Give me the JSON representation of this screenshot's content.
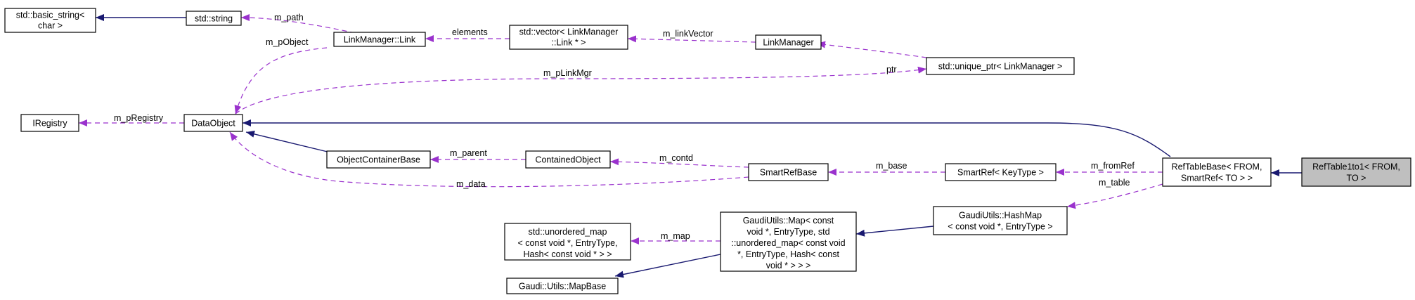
{
  "nodes": {
    "basic_string": [
      "std::basic_string<",
      "char >"
    ],
    "string": [
      "std::string"
    ],
    "link": [
      "LinkManager::Link"
    ],
    "vector": [
      "std::vector< LinkManager",
      "::Link * >"
    ],
    "linkmanager": [
      "LinkManager"
    ],
    "unique_ptr": [
      "std::unique_ptr< LinkManager >"
    ],
    "iregistry": [
      "IRegistry"
    ],
    "dataobject": [
      "DataObject"
    ],
    "objcontainer": [
      "ObjectContainerBase"
    ],
    "contained": [
      "ContainedObject"
    ],
    "smartrefbase": [
      "SmartRefBase"
    ],
    "smartref": [
      "SmartRef< KeyType >"
    ],
    "reftablebase": [
      "RefTableBase< FROM,",
      "SmartRef< TO > >"
    ],
    "reftable1to1": [
      "RefTable1to1< FROM,",
      "TO >"
    ],
    "hashmap": [
      "GaudiUtils::HashMap",
      "< const void *, EntryType >"
    ],
    "gumap": [
      "GaudiUtils::Map< const",
      "void *, EntryType, std",
      "::unordered_map< const void",
      "*, EntryType, Hash< const",
      "void * > > >"
    ],
    "unordered": [
      "std::unordered_map",
      "< const void *, EntryType,",
      "Hash< const void * > >"
    ],
    "mapbase": [
      "Gaudi::Utils::MapBase"
    ]
  },
  "edge_labels": {
    "m_path": "m_path",
    "m_pObject": "m_pObject",
    "elements": "elements",
    "m_linkVector": "m_linkVector",
    "ptr": "ptr",
    "m_pLinkMgr": "m_pLinkMgr",
    "m_pRegistry": "m_pRegistry",
    "m_parent": "m_parent",
    "m_contd": "m_contd",
    "m_base": "m_base",
    "m_fromRef": "m_fromRef",
    "m_table": "m_table",
    "m_data": "m_data",
    "m_map": "m_map"
  },
  "colors": {
    "inheritance": "#191970",
    "member": "#9a32cd",
    "focus_fill": "#bfbfbf"
  }
}
